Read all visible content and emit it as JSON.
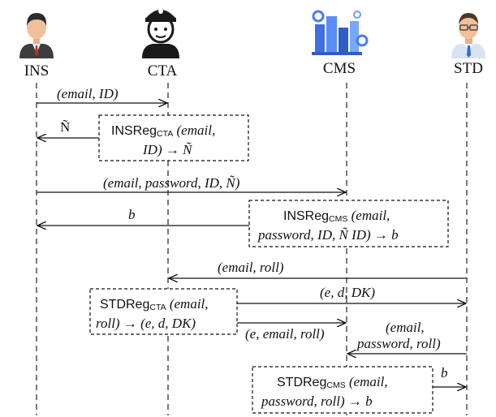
{
  "actors": {
    "ins": {
      "label": "INS",
      "icon": "man-in-suit-icon"
    },
    "cta": {
      "label": "CTA",
      "icon": "police-officer-icon"
    },
    "cms": {
      "label": "CMS",
      "icon": "servers-cloud-icon"
    },
    "std": {
      "label": "STD",
      "icon": "student-icon"
    }
  },
  "messages": {
    "m1": "(email, ID)",
    "m2": "Ñ",
    "m3": "(email, password, ID, Ñ)",
    "m4": "b",
    "m5": "(email, roll)",
    "m6": "(e, d, DK)",
    "m7": "(e, email, roll)",
    "m8_line1": "(email,",
    "m8_line2": "password, roll)",
    "m9": "b"
  },
  "boxes": {
    "ins_reg_cta": {
      "name": "INSReg",
      "sub": "CTA",
      "line1_rest": " (email,",
      "line2": "ID) → Ñ"
    },
    "ins_reg_cms": {
      "name": "INSReg",
      "sub": "CMS",
      "line1_rest": " (email,",
      "line2": "password, ID, Ñ ID) → b"
    },
    "std_reg_cta": {
      "name": "STDReg",
      "sub": "CTA",
      "line1_rest": " (email,",
      "line2": "roll) → (e, d, DK)"
    },
    "std_reg_cms": {
      "name": "STDReg",
      "sub": "CMS",
      "line1_rest": " (email,",
      "line2": "password, roll) → b"
    }
  }
}
